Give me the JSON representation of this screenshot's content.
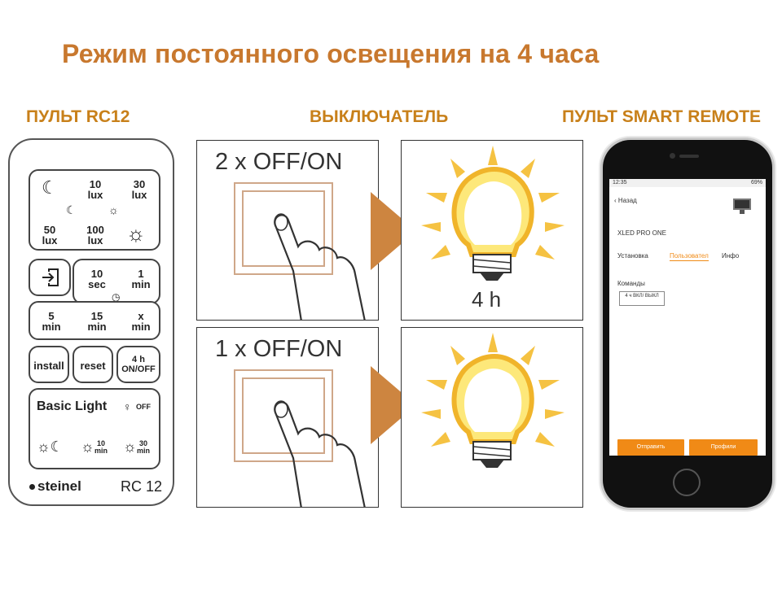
{
  "title": "Режим постоянного освещения на 4 часа",
  "columns": {
    "remote": "ПУЛЬТ RC12",
    "switch": "ВЫКЛЮЧАТЕЛЬ",
    "smart": "ПУЛЬТ SMART REMOTE"
  },
  "remote": {
    "lux10": [
      "10",
      "lux"
    ],
    "lux30": [
      "30",
      "lux"
    ],
    "lux50": [
      "50",
      "lux"
    ],
    "lux100": [
      "100",
      "lux"
    ],
    "sec10": [
      "10",
      "sec"
    ],
    "min1": [
      "1",
      "min"
    ],
    "min5": [
      "5",
      "min"
    ],
    "min15": [
      "15",
      "min"
    ],
    "xmin": [
      "x",
      "min"
    ],
    "install": "install",
    "reset": "reset",
    "on4h": [
      "4 h",
      "ON/OFF"
    ],
    "basic_light": "Basic Light",
    "off": "OFF",
    "bl10": [
      "10",
      "min"
    ],
    "bl30": [
      "30",
      "min"
    ],
    "brand": "steinel",
    "model": "RC 12"
  },
  "switch_panels": {
    "top_label": "2 x OFF/ON",
    "bottom_label": "1 x OFF/ON",
    "hours": "4 h"
  },
  "phone": {
    "time": "12:35",
    "battery": "69%",
    "back": "Назад",
    "device": "XLED PRO ONE",
    "tabs": [
      "Установка",
      "Пользовател",
      "Инфо"
    ],
    "commands_label": "Команды",
    "command_button": "4 ч ВКЛ/ ВЫКЛ",
    "send": "Отправить",
    "profiles": "Профили",
    "accent": "#f08a16"
  }
}
